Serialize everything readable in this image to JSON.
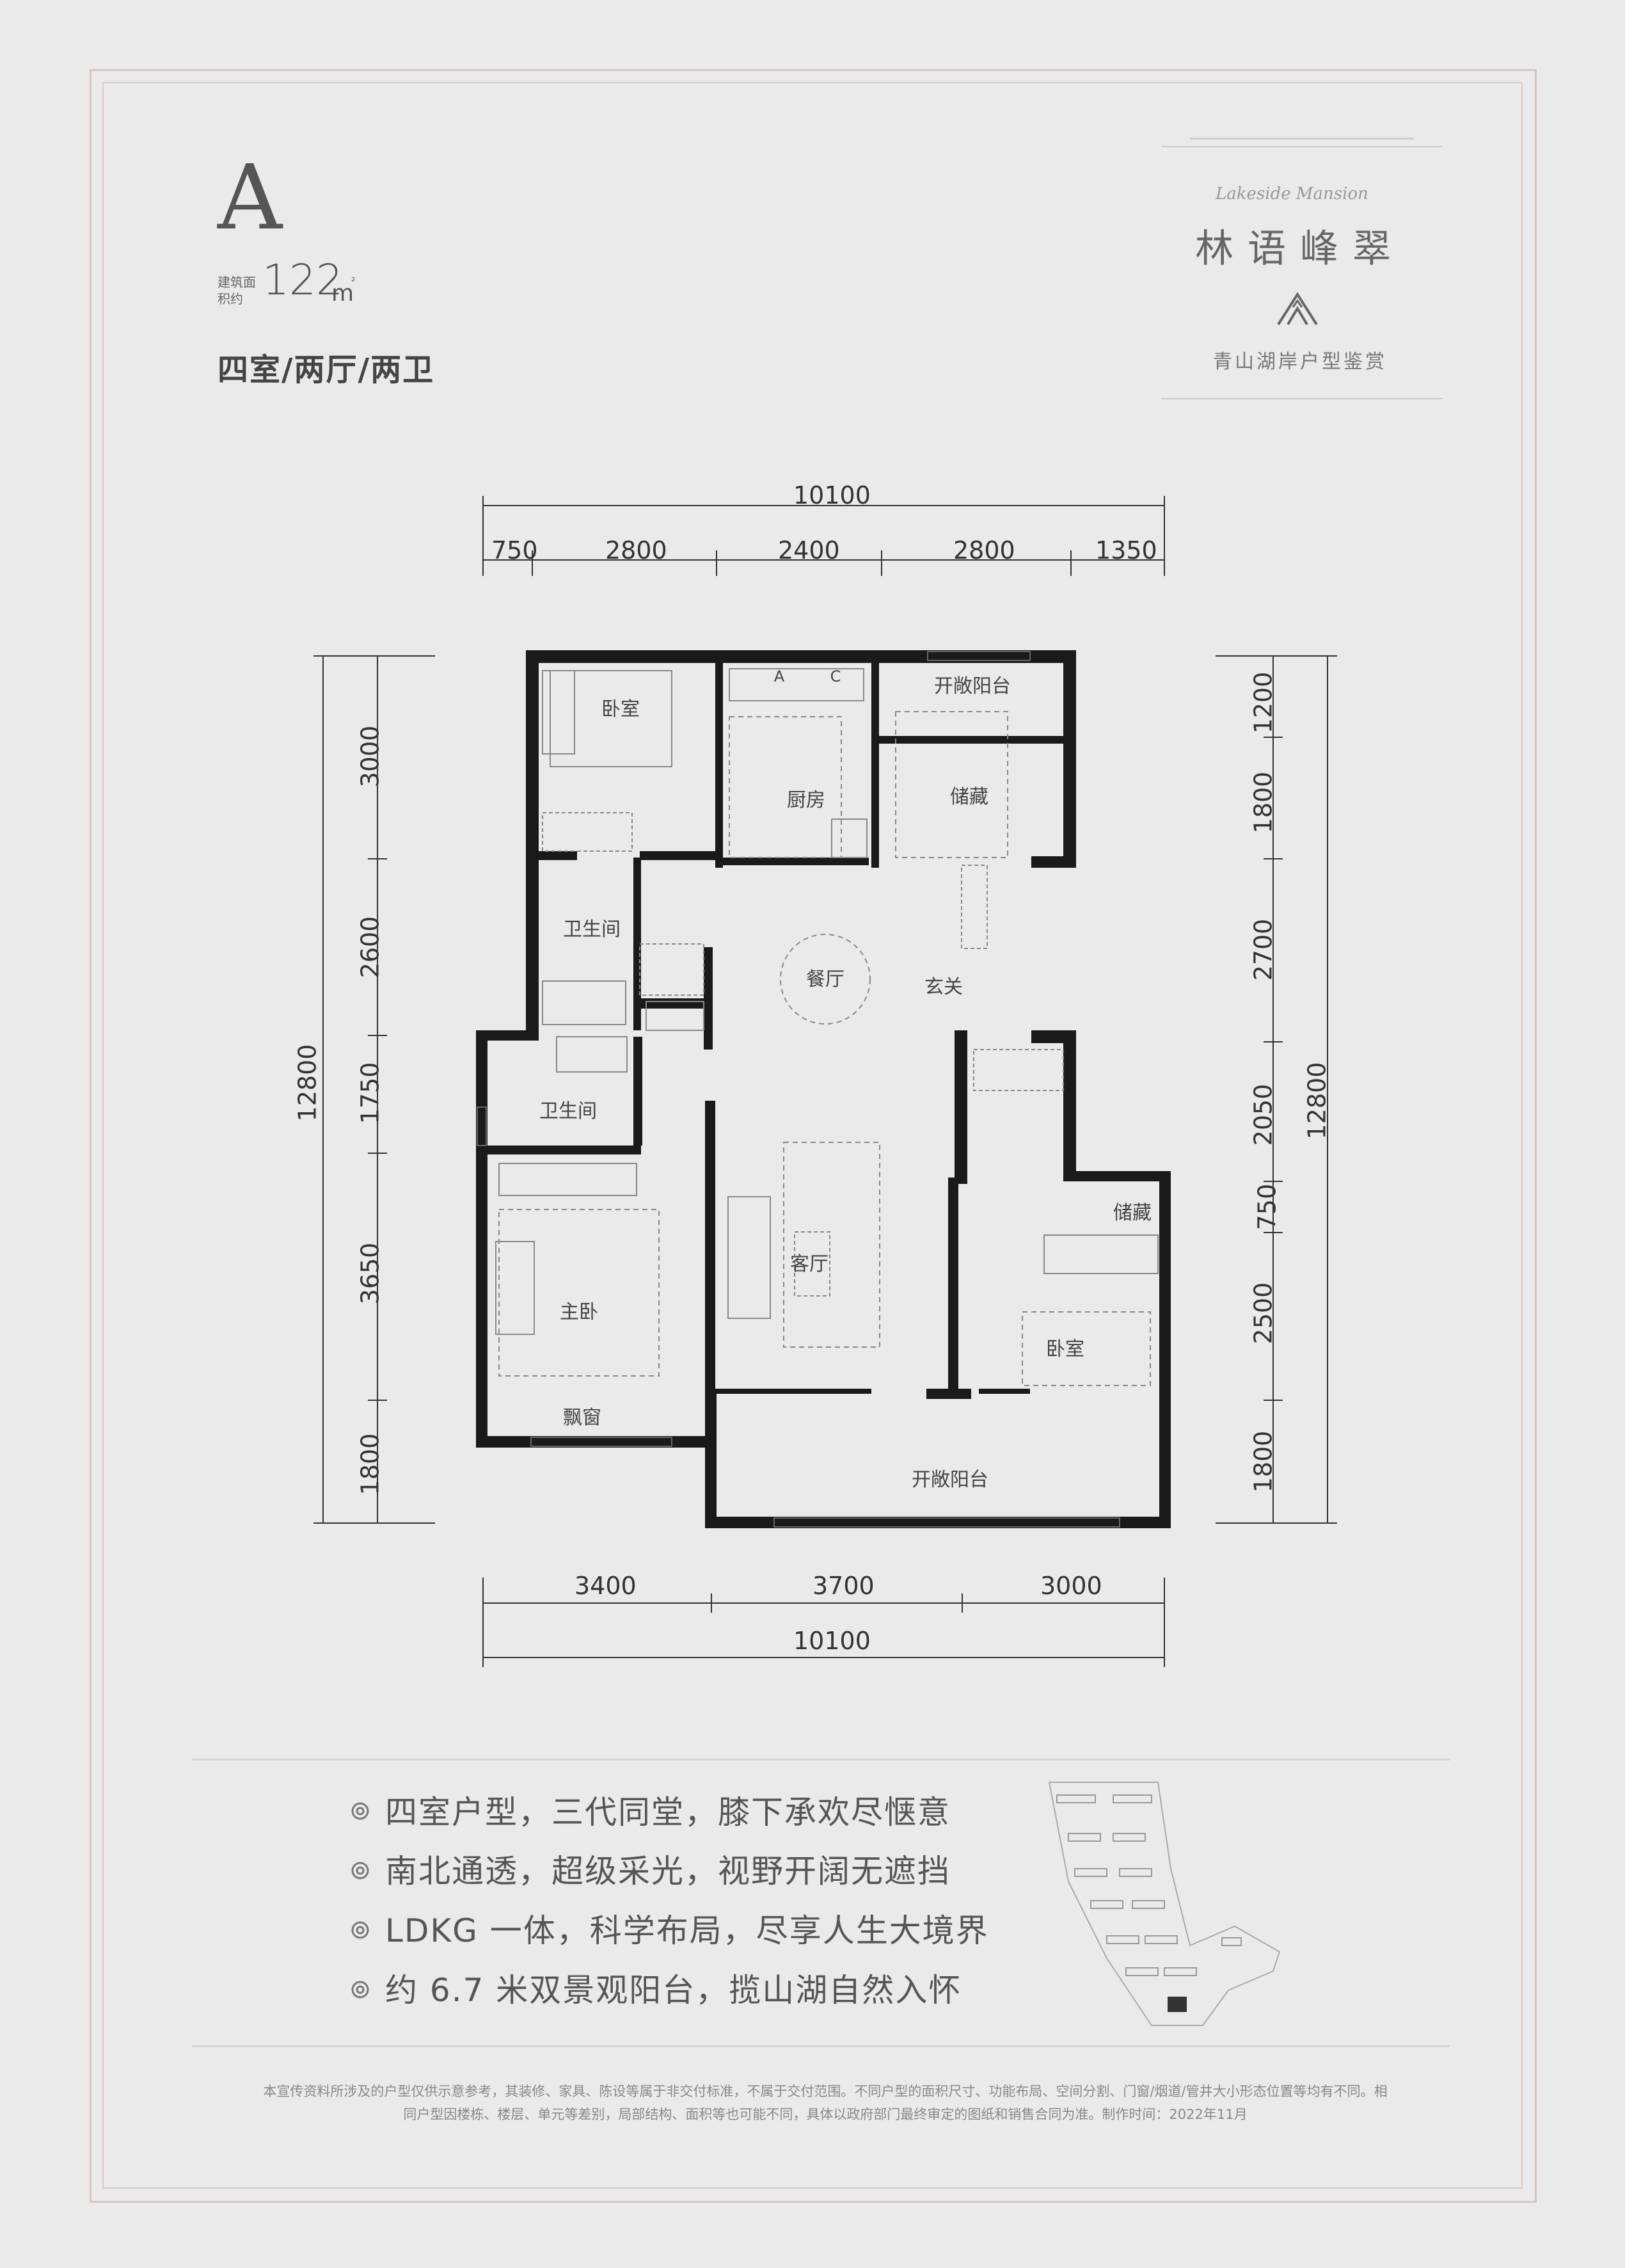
{
  "header": {
    "type_letter": "A",
    "area_label": "建筑面积约",
    "area_value": "122",
    "area_unit": "m",
    "area_sup": "²",
    "layout": "四室/两厅/两卫"
  },
  "brand": {
    "script_name": "Lakeside Mansion",
    "title": "林语峰翠",
    "subtitle": "青山湖岸户型鉴赏"
  },
  "dimensions": {
    "top_total": "10100",
    "top_segments": [
      "750",
      "2800",
      "2400",
      "2800",
      "1350"
    ],
    "bottom_segments": [
      "3400",
      "3700",
      "3000"
    ],
    "bottom_total": "10100",
    "left_total": "12800",
    "left_segments": [
      "3000",
      "2600",
      "1750",
      "3650",
      "1800"
    ],
    "right_total": "12800",
    "right_segments": [
      "1200",
      "1800",
      "2700",
      "2050",
      "750",
      "2500",
      "1800"
    ]
  },
  "rooms": {
    "bedroom_nw": "卧室",
    "kitchen": "厨房",
    "balcony_n": "开敞阳台",
    "storage_n": "储藏",
    "bath_1": "卫生间",
    "dining": "餐厅",
    "foyer": "玄关",
    "bath_2": "卫生间",
    "living": "客厅",
    "storage_e": "储藏",
    "master": "主卧",
    "bay_window": "飘窗",
    "bedroom_se": "卧室",
    "balcony_s": "开敞阳台",
    "ac_a": "A",
    "ac_c": "C"
  },
  "features": [
    "四室户型，三代同堂，膝下承欢尽惬意",
    "南北通透，超级采光，视野开阔无遮挡",
    "LDKG 一体，科学布局，尽享人生大境界",
    "约 6.7 米双景观阳台，揽山湖自然入怀"
  ],
  "disclaimer": "本宣传资料所涉及的户型仅供示意参考，其装修、家具、陈设等属于非交付标准，不属于交付范围。不同户型的面积尺寸、功能布局、空间分割、门窗/烟道/管井大小形态位置等均有不同。相同户型因楼栋、楼层、单元等差别，局部结构、面积等也可能不同，具体以政府部门最终审定的图纸和销售合同为准。制作时间：2022年11月",
  "colors": {
    "background": "#eaeaea",
    "frame": "#d9c4bd",
    "wall": "#1a1a1a"
  }
}
